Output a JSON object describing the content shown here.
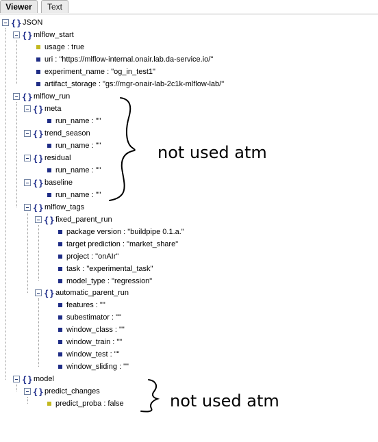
{
  "tabs": {
    "viewer": "Viewer",
    "text": "Text"
  },
  "root": {
    "label": "JSON"
  },
  "mlflow_start": {
    "label": "mlflow_start",
    "usage": "usage : true",
    "uri": "uri : \"https://mlflow-internal.onair.lab.da-service.io/\"",
    "experiment_name": "experiment_name : \"og_in_test1\"",
    "artifact_storage": "artifact_storage : \"gs://mgr-onair-lab-2c1k-mlflow-lab/\""
  },
  "mlflow_run": {
    "label": "mlflow_run",
    "meta": {
      "label": "meta",
      "run_name": "run_name : \"\""
    },
    "trend_season": {
      "label": "trend_season",
      "run_name": "run_name : \"\""
    },
    "residual": {
      "label": "residual",
      "run_name": "run_name : \"\""
    },
    "baseline": {
      "label": "baseline",
      "run_name": "run_name : \"\""
    },
    "mlflow_tags": {
      "label": "mlflow_tags",
      "fixed_parent_run": {
        "label": "fixed_parent_run",
        "package_version": "package version : \"buildpipe 0.1.a.\"",
        "target_prediction": "target prediction : \"market_share\"",
        "project": "project : \"onAIr\"",
        "task": "task : \"experimental_task\"",
        "model_type": "model_type : \"regression\""
      },
      "automatic_parent_run": {
        "label": "automatic_parent_run",
        "features": "features : \"\"",
        "subestimator": "subestimator : \"\"",
        "window_class": "window_class : \"\"",
        "window_train": "window_train : \"\"",
        "window_test": "window_test : \"\"",
        "window_sliding": "window_sliding : \"\""
      }
    }
  },
  "model": {
    "label": "model",
    "predict_changes": {
      "label": "predict_changes",
      "predict_proba": "predict_proba : false"
    }
  },
  "annotations": {
    "top": "not used atm",
    "bottom": "not used atm"
  },
  "colors": {
    "brace": "#1b2a8a",
    "string_leaf": "#1f2d86",
    "bool_leaf": "#c2b820"
  }
}
